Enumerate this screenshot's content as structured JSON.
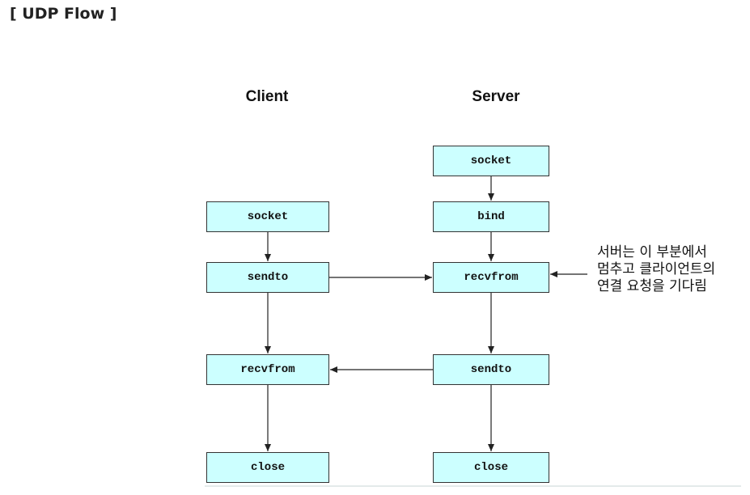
{
  "heading": "[ UDP Flow ]",
  "client": {
    "title": "Client",
    "steps": [
      "socket",
      "sendto",
      "recvfrom",
      "close"
    ]
  },
  "server": {
    "title": "Server",
    "steps": [
      "socket",
      "bind",
      "recvfrom",
      "sendto",
      "close"
    ]
  },
  "note": {
    "lines": [
      "서버는 이 부분에서",
      "멈추고 클라이언트의",
      "연결 요청을 기다림"
    ]
  },
  "colors": {
    "box_fill": "#ccffff",
    "box_border": "#333333",
    "arrow": "#222222"
  }
}
